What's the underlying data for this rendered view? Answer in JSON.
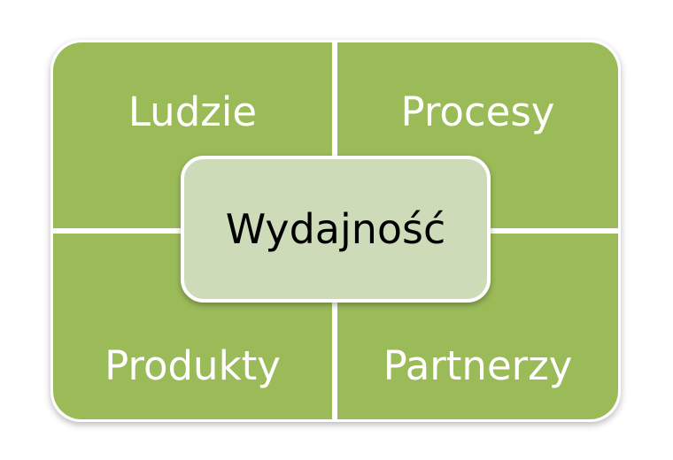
{
  "diagram": {
    "quadrants": {
      "top_left": "Ludzie",
      "top_right": "Procesy",
      "bottom_left": "Produkty",
      "bottom_right": "Partnerzy"
    },
    "center": "Wydajność",
    "colors": {
      "quadrant_fill": "#9bbb59",
      "center_fill": "#cddbb9",
      "quadrant_text": "#ffffff",
      "center_text": "#000000"
    }
  }
}
